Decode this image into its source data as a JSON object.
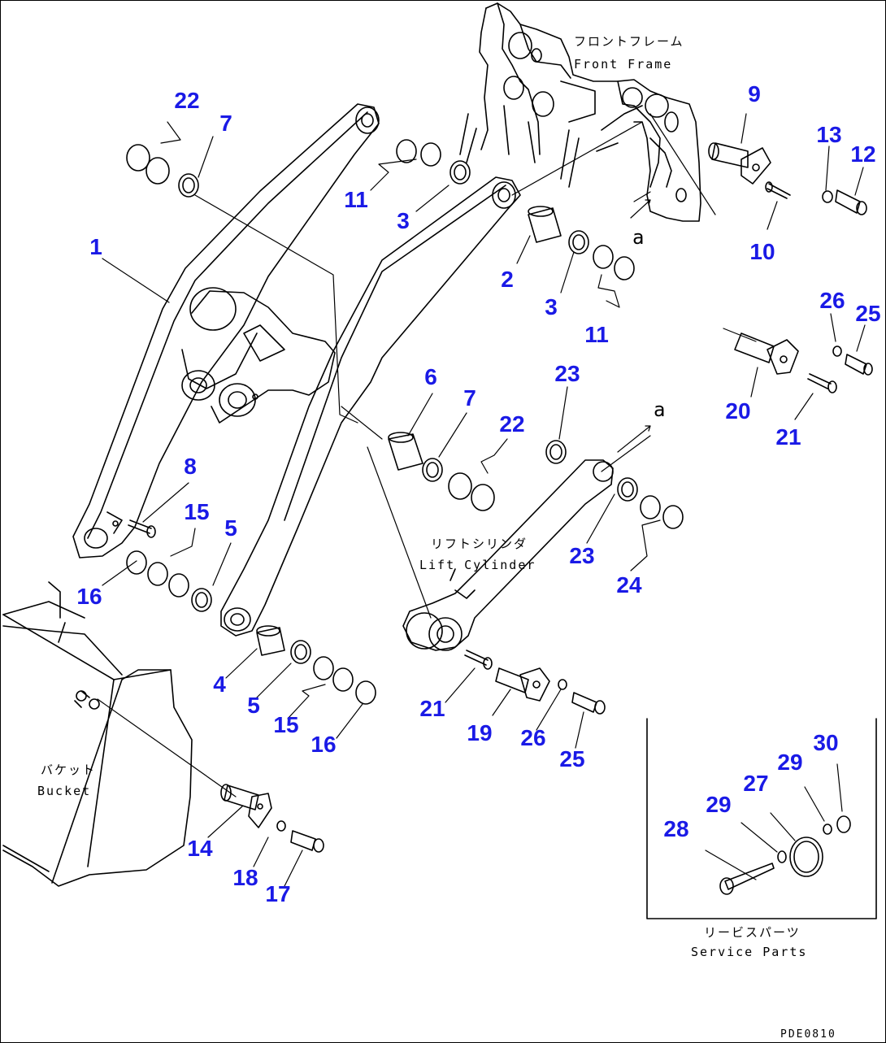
{
  "labels": {
    "front_frame_jp": "フロントフレーム",
    "front_frame_en": "Front Frame",
    "lift_cylinder_jp": "リフトシリンダ",
    "lift_cylinder_en": "Lift Cylinder",
    "bucket_jp": "バケット",
    "bucket_en": "Bucket",
    "service_parts_jp": "リービスパーツ",
    "service_parts_en": "Service Parts",
    "ref_a1": "a",
    "ref_a2": "a",
    "drawing_code": "PDE0810"
  },
  "callouts": [
    "22",
    "7",
    "1",
    "11",
    "3",
    "2",
    "3",
    "11",
    "9",
    "13",
    "12",
    "10",
    "26",
    "25",
    "20",
    "21",
    "6",
    "7",
    "22",
    "23",
    "23",
    "24",
    "8",
    "15",
    "5",
    "16",
    "4",
    "5",
    "15",
    "16",
    "21",
    "19",
    "26",
    "25",
    "14",
    "18",
    "17",
    "28",
    "29",
    "27",
    "29",
    "30"
  ],
  "colors": {
    "callout": "#1a1ae6",
    "line": "#000000"
  }
}
